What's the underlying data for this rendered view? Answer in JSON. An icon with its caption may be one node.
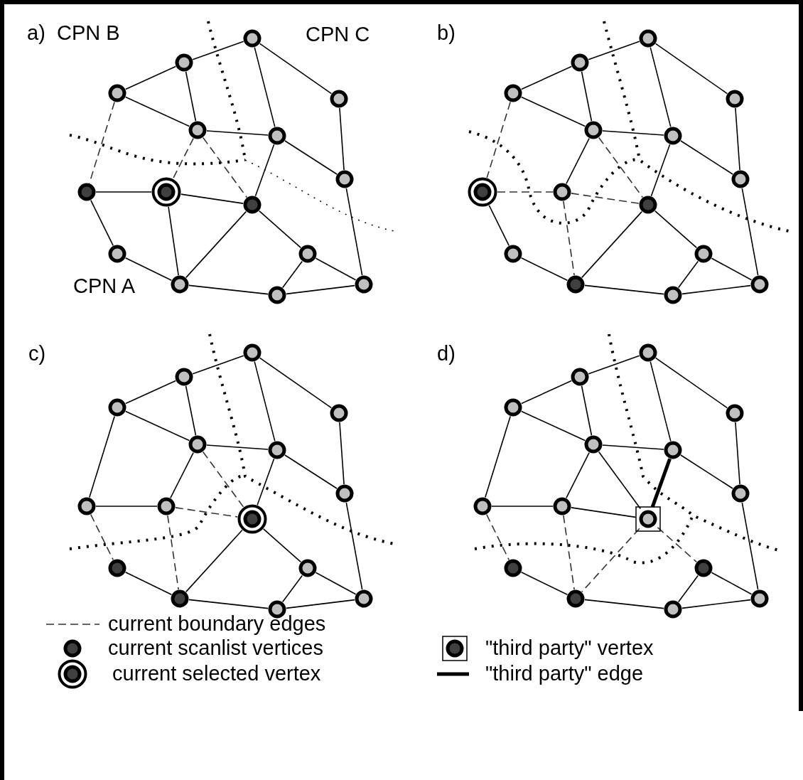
{
  "diagram": {
    "nodes": [
      {
        "text": [],
        "shape": "circle"
      },
      {
        "text": [],
        "shape": "circle"
      },
      {
        "text": [],
        "shape": "circle"
      },
      {
        "text": [],
        "shape": "circle"
      },
      {
        "text": [],
        "shape": "circle"
      },
      {
        "text": [],
        "shape": "circle"
      },
      {
        "text": [],
        "shape": "circle"
      },
      {
        "text": [],
        "shape": "circle"
      },
      {
        "text": [],
        "shape": "circle"
      },
      {
        "text": [],
        "shape": "circle"
      },
      {
        "text": [],
        "shape": "circle"
      },
      {
        "text": [],
        "shape": "circle"
      },
      {
        "text": [],
        "shape": "circle"
      },
      {
        "text": [],
        "shape": "circle"
      },
      {
        "text": [],
        "shape": "circle"
      },
      {
        "text": [],
        "shape": "circle"
      },
      {
        "text": [],
        "shape": "circle"
      },
      {
        "text": [],
        "shape": "circle"
      },
      {
        "text": [],
        "shape": "circle"
      },
      {
        "text": [],
        "shape": "circle"
      },
      {
        "text": [],
        "shape": "circle"
      },
      {
        "text": [],
        "shape": "circle"
      },
      {
        "text": [],
        "shape": "circle"
      },
      {
        "text": [],
        "shape": "circle"
      },
      {
        "text": [],
        "shape": "circle"
      },
      {
        "text": [],
        "shape": "circle"
      },
      {
        "text": [],
        "shape": "circle"
      },
      {
        "text": [],
        "shape": "circle"
      },
      {
        "text": [],
        "shape": "circle"
      },
      {
        "text": [],
        "shape": "circle"
      },
      {
        "text": [],
        "shape": "circle"
      },
      {
        "text": [],
        "shape": "circle"
      },
      {
        "text": [],
        "shape": "circle"
      },
      {
        "text": [],
        "shape": "circle"
      },
      {
        "text": [],
        "shape": "circle"
      },
      {
        "text": [],
        "shape": "circle"
      },
      {
        "text": [],
        "shape": "circle"
      },
      {
        "text": [],
        "shape": "circle"
      },
      {
        "text": [],
        "shape": "circle"
      },
      {
        "text": [],
        "shape": "circle"
      },
      {
        "text": [],
        "shape": "circle"
      },
      {
        "text": [],
        "shape": "circle"
      },
      {
        "text": [],
        "shape": "circle"
      },
      {
        "text": [],
        "shape": "circle"
      },
      {
        "text": [],
        "shape": "circle"
      },
      {
        "text": [],
        "shape": "circle"
      },
      {
        "text": [],
        "shape": "circle"
      },
      {
        "text": [],
        "shape": "circle"
      },
      {
        "text": [],
        "shape": "circle"
      },
      {
        "text": [],
        "shape": "circle"
      },
      {
        "text": [],
        "shape": "circle"
      },
      {
        "text": [],
        "shape": "circle"
      },
      {
        "text": [],
        "shape": "circle"
      },
      {
        "text": [],
        "shape": "circle"
      },
      {
        "text": [],
        "shape": "box"
      },
      {
        "text": [],
        "shape": "circle"
      },
      {
        "text": [],
        "shape": "circle"
      },
      {
        "text": [],
        "shape": "circle"
      },
      {
        "text": [],
        "shape": "circle"
      },
      {
        "text": [],
        "shape": "circle"
      }
    ],
    "edges": [
      {
        "from": 0,
        "to": 1,
        "arrow": "none"
      },
      {
        "from": 0,
        "to": 4,
        "arrow": "none"
      },
      {
        "from": 0,
        "to": 5,
        "arrow": "none"
      },
      {
        "from": 1,
        "to": 2,
        "arrow": "none"
      },
      {
        "from": 1,
        "to": 3,
        "arrow": "none"
      },
      {
        "from": 2,
        "to": 3,
        "arrow": "none"
      },
      {
        "from": 2,
        "to": 7,
        "arrow": "none",
        "style": "dashed"
      },
      {
        "from": 3,
        "to": 4,
        "arrow": "none"
      },
      {
        "from": 3,
        "to": 8,
        "arrow": "none",
        "style": "dashed"
      },
      {
        "from": 3,
        "to": 9,
        "arrow": "none",
        "style": "dashed"
      },
      {
        "from": 4,
        "to": 9,
        "arrow": "none"
      },
      {
        "from": 4,
        "to": 6,
        "arrow": "none"
      },
      {
        "from": 5,
        "to": 6,
        "arrow": "none"
      },
      {
        "from": 6,
        "to": 14,
        "arrow": "none"
      },
      {
        "from": 7,
        "to": 8,
        "arrow": "none"
      },
      {
        "from": 7,
        "to": 10,
        "arrow": "none"
      },
      {
        "from": 8,
        "to": 9,
        "arrow": "none"
      },
      {
        "from": 8,
        "to": 11,
        "arrow": "none"
      },
      {
        "from": 9,
        "to": 11,
        "arrow": "none"
      },
      {
        "from": 9,
        "to": 12,
        "arrow": "none"
      },
      {
        "from": 10,
        "to": 11,
        "arrow": "none"
      },
      {
        "from": 11,
        "to": 13,
        "arrow": "none"
      },
      {
        "from": 12,
        "to": 13,
        "arrow": "none"
      },
      {
        "from": 12,
        "to": 14,
        "arrow": "none"
      },
      {
        "from": 13,
        "to": 14,
        "arrow": "none"
      },
      {
        "from": 15,
        "to": 16,
        "arrow": "none"
      },
      {
        "from": 15,
        "to": 19,
        "arrow": "none"
      },
      {
        "from": 15,
        "to": 20,
        "arrow": "none"
      },
      {
        "from": 16,
        "to": 17,
        "arrow": "none"
      },
      {
        "from": 16,
        "to": 18,
        "arrow": "none"
      },
      {
        "from": 17,
        "to": 18,
        "arrow": "none"
      },
      {
        "from": 17,
        "to": 22,
        "arrow": "none",
        "style": "dashed"
      },
      {
        "from": 18,
        "to": 19,
        "arrow": "none"
      },
      {
        "from": 18,
        "to": 23,
        "arrow": "none"
      },
      {
        "from": 18,
        "to": 24,
        "arrow": "none",
        "style": "dashed"
      },
      {
        "from": 19,
        "to": 24,
        "arrow": "none"
      },
      {
        "from": 19,
        "to": 21,
        "arrow": "none"
      },
      {
        "from": 20,
        "to": 21,
        "arrow": "none"
      },
      {
        "from": 21,
        "to": 29,
        "arrow": "none"
      },
      {
        "from": 22,
        "to": 23,
        "arrow": "none",
        "style": "dashed"
      },
      {
        "from": 22,
        "to": 25,
        "arrow": "none"
      },
      {
        "from": 23,
        "to": 24,
        "arrow": "none",
        "style": "dashed"
      },
      {
        "from": 23,
        "to": 26,
        "arrow": "none",
        "style": "dashed"
      },
      {
        "from": 24,
        "to": 26,
        "arrow": "none"
      },
      {
        "from": 24,
        "to": 27,
        "arrow": "none"
      },
      {
        "from": 25,
        "to": 26,
        "arrow": "none"
      },
      {
        "from": 26,
        "to": 28,
        "arrow": "none"
      },
      {
        "from": 27,
        "to": 28,
        "arrow": "none"
      },
      {
        "from": 27,
        "to": 29,
        "arrow": "none"
      },
      {
        "from": 28,
        "to": 29,
        "arrow": "none"
      },
      {
        "from": 30,
        "to": 31,
        "arrow": "none"
      },
      {
        "from": 30,
        "to": 34,
        "arrow": "none"
      },
      {
        "from": 30,
        "to": 35,
        "arrow": "none"
      },
      {
        "from": 31,
        "to": 32,
        "arrow": "none"
      },
      {
        "from": 31,
        "to": 33,
        "arrow": "none"
      },
      {
        "from": 32,
        "to": 33,
        "arrow": "none"
      },
      {
        "from": 32,
        "to": 37,
        "arrow": "none"
      },
      {
        "from": 33,
        "to": 34,
        "arrow": "none"
      },
      {
        "from": 33,
        "to": 38,
        "arrow": "none"
      },
      {
        "from": 33,
        "to": 39,
        "arrow": "none",
        "style": "dashed"
      },
      {
        "from": 34,
        "to": 39,
        "arrow": "none"
      },
      {
        "from": 34,
        "to": 36,
        "arrow": "none"
      },
      {
        "from": 35,
        "to": 36,
        "arrow": "none"
      },
      {
        "from": 36,
        "to": 44,
        "arrow": "none"
      },
      {
        "from": 37,
        "to": 38,
        "arrow": "none"
      },
      {
        "from": 37,
        "to": 40,
        "arrow": "none",
        "style": "dashed"
      },
      {
        "from": 38,
        "to": 39,
        "arrow": "none",
        "style": "dashed"
      },
      {
        "from": 38,
        "to": 41,
        "arrow": "none",
        "style": "dashed"
      },
      {
        "from": 39,
        "to": 41,
        "arrow": "none"
      },
      {
        "from": 39,
        "to": 42,
        "arrow": "none"
      },
      {
        "from": 40,
        "to": 41,
        "arrow": "none"
      },
      {
        "from": 41,
        "to": 43,
        "arrow": "none"
      },
      {
        "from": 42,
        "to": 43,
        "arrow": "none"
      },
      {
        "from": 42,
        "to": 44,
        "arrow": "none"
      },
      {
        "from": 43,
        "to": 44,
        "arrow": "none"
      },
      {
        "from": 45,
        "to": 46,
        "arrow": "none"
      },
      {
        "from": 45,
        "to": 49,
        "arrow": "none"
      },
      {
        "from": 45,
        "to": 50,
        "arrow": "none"
      },
      {
        "from": 46,
        "to": 47,
        "arrow": "none"
      },
      {
        "from": 46,
        "to": 48,
        "arrow": "none"
      },
      {
        "from": 47,
        "to": 48,
        "arrow": "none"
      },
      {
        "from": 47,
        "to": 52,
        "arrow": "none"
      },
      {
        "from": 48,
        "to": 49,
        "arrow": "none"
      },
      {
        "from": 48,
        "to": 53,
        "arrow": "none"
      },
      {
        "from": 48,
        "to": 54,
        "arrow": "none"
      },
      {
        "from": 49,
        "to": 54,
        "arrow": "none",
        "style": "thick"
      },
      {
        "from": 49,
        "to": 51,
        "arrow": "none"
      },
      {
        "from": 50,
        "to": 51,
        "arrow": "none"
      },
      {
        "from": 51,
        "to": 59,
        "arrow": "none"
      },
      {
        "from": 52,
        "to": 53,
        "arrow": "none"
      },
      {
        "from": 52,
        "to": 55,
        "arrow": "none",
        "style": "dashed"
      },
      {
        "from": 53,
        "to": 54,
        "arrow": "none"
      },
      {
        "from": 53,
        "to": 56,
        "arrow": "none",
        "style": "dashed"
      },
      {
        "from": 54,
        "to": 56,
        "arrow": "none",
        "style": "dashed"
      },
      {
        "from": 54,
        "to": 57,
        "arrow": "none",
        "style": "dashed"
      },
      {
        "from": 55,
        "to": 56,
        "arrow": "none"
      },
      {
        "from": 56,
        "to": 58,
        "arrow": "none"
      },
      {
        "from": 57,
        "to": 58,
        "arrow": "none"
      },
      {
        "from": 57,
        "to": 59,
        "arrow": "none"
      },
      {
        "from": 58,
        "to": 59,
        "arrow": "none"
      }
    ],
    "labels": [
      "a)",
      "CPN B",
      "CPN C",
      "CPN A",
      "b)",
      "c)",
      "d)"
    ],
    "legend": [
      {
        "text": "current boundary edges"
      },
      {
        "text": "current scanlist vertices"
      },
      {
        "text": "current selected vertex"
      },
      {
        "text": "\"third party\" vertex"
      },
      {
        "text": "\"third party\" edge"
      }
    ]
  }
}
